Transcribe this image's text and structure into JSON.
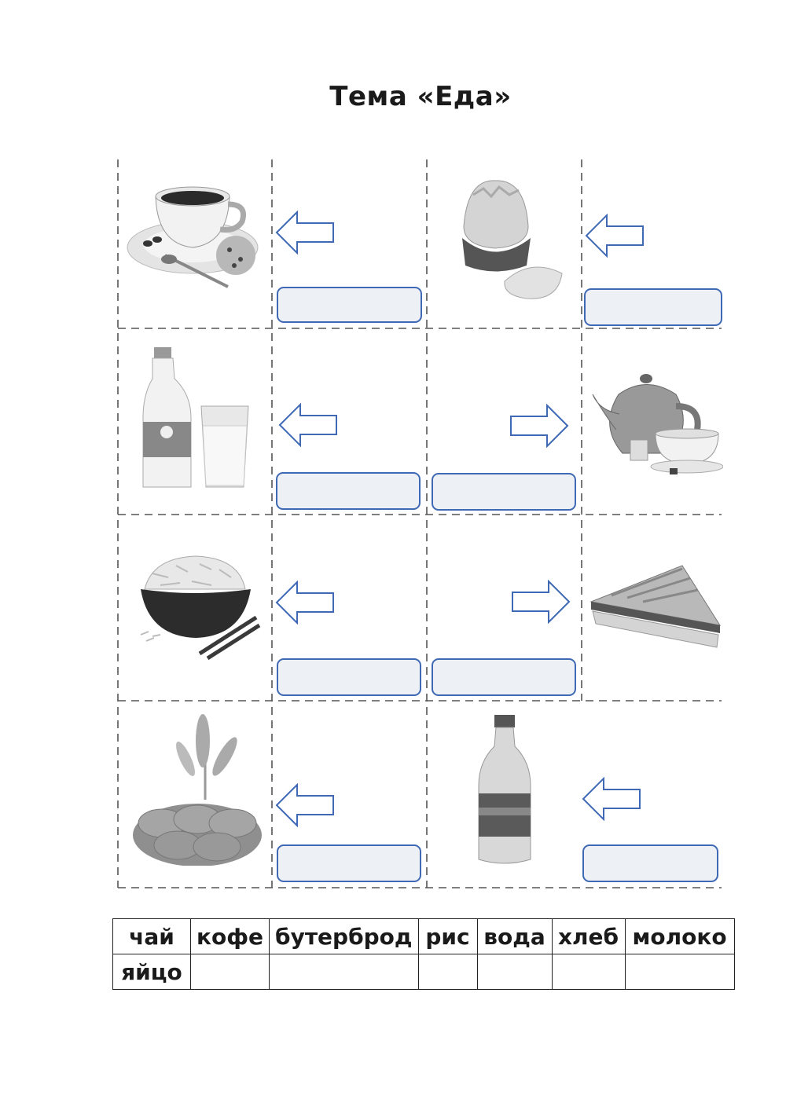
{
  "title": "Тема «Еда»",
  "cards": [
    {
      "item": "coffee-icon",
      "arrow": "left"
    },
    {
      "item": "egg-icon",
      "arrow": "left"
    },
    {
      "item": "milk-icon",
      "arrow": "left"
    },
    {
      "item": "teapot-icon",
      "arrow": "right"
    },
    {
      "item": "rice-icon",
      "arrow": "left"
    },
    {
      "item": "sandwich-icon",
      "arrow": "right"
    },
    {
      "item": "bread-icon",
      "arrow": "left"
    },
    {
      "item": "water-bottle-icon",
      "arrow": "left"
    }
  ],
  "word_bank": {
    "row1": [
      "чай",
      "кофе",
      "бутерброд",
      "рис",
      "вода",
      "хлеб",
      "молоко"
    ],
    "row2": [
      "яйцо",
      "",
      "",
      "",
      "",
      "",
      ""
    ]
  },
  "colors": {
    "accent": "#3f68b5",
    "box_fill": "#edf0f4",
    "dash": "#555555"
  }
}
